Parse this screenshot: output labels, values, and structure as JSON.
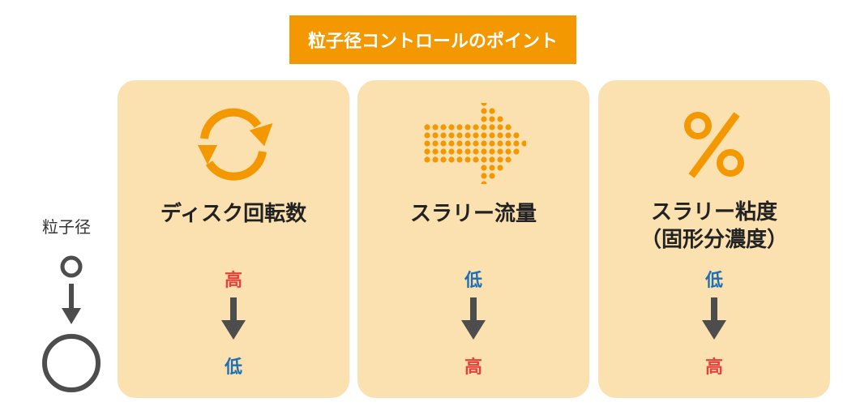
{
  "banner": {
    "title": "粒子径コントロールのポイント"
  },
  "side": {
    "label": "粒子径"
  },
  "cards": [
    {
      "title": "ディスク回転数",
      "subtitle": "",
      "top": "高",
      "bottom": "低",
      "top_color": "#e8413c",
      "bottom_color": "#1f6fb5",
      "icon": "rotate-cycle-icon"
    },
    {
      "title": "スラリー流量",
      "subtitle": "",
      "top": "低",
      "bottom": "高",
      "top_color": "#1f6fb5",
      "bottom_color": "#e8413c",
      "icon": "dotted-arrow-right-icon"
    },
    {
      "title": "スラリー粘度",
      "subtitle": "（固形分濃度）",
      "top": "低",
      "bottom": "高",
      "top_color": "#1f6fb5",
      "bottom_color": "#e8413c",
      "icon": "percent-icon"
    }
  ],
  "colors": {
    "accent": "#f39800",
    "card_bg": "#fbe0b0",
    "arrow": "#4d4d4d",
    "high": "#e8413c",
    "low": "#1f6fb5"
  }
}
